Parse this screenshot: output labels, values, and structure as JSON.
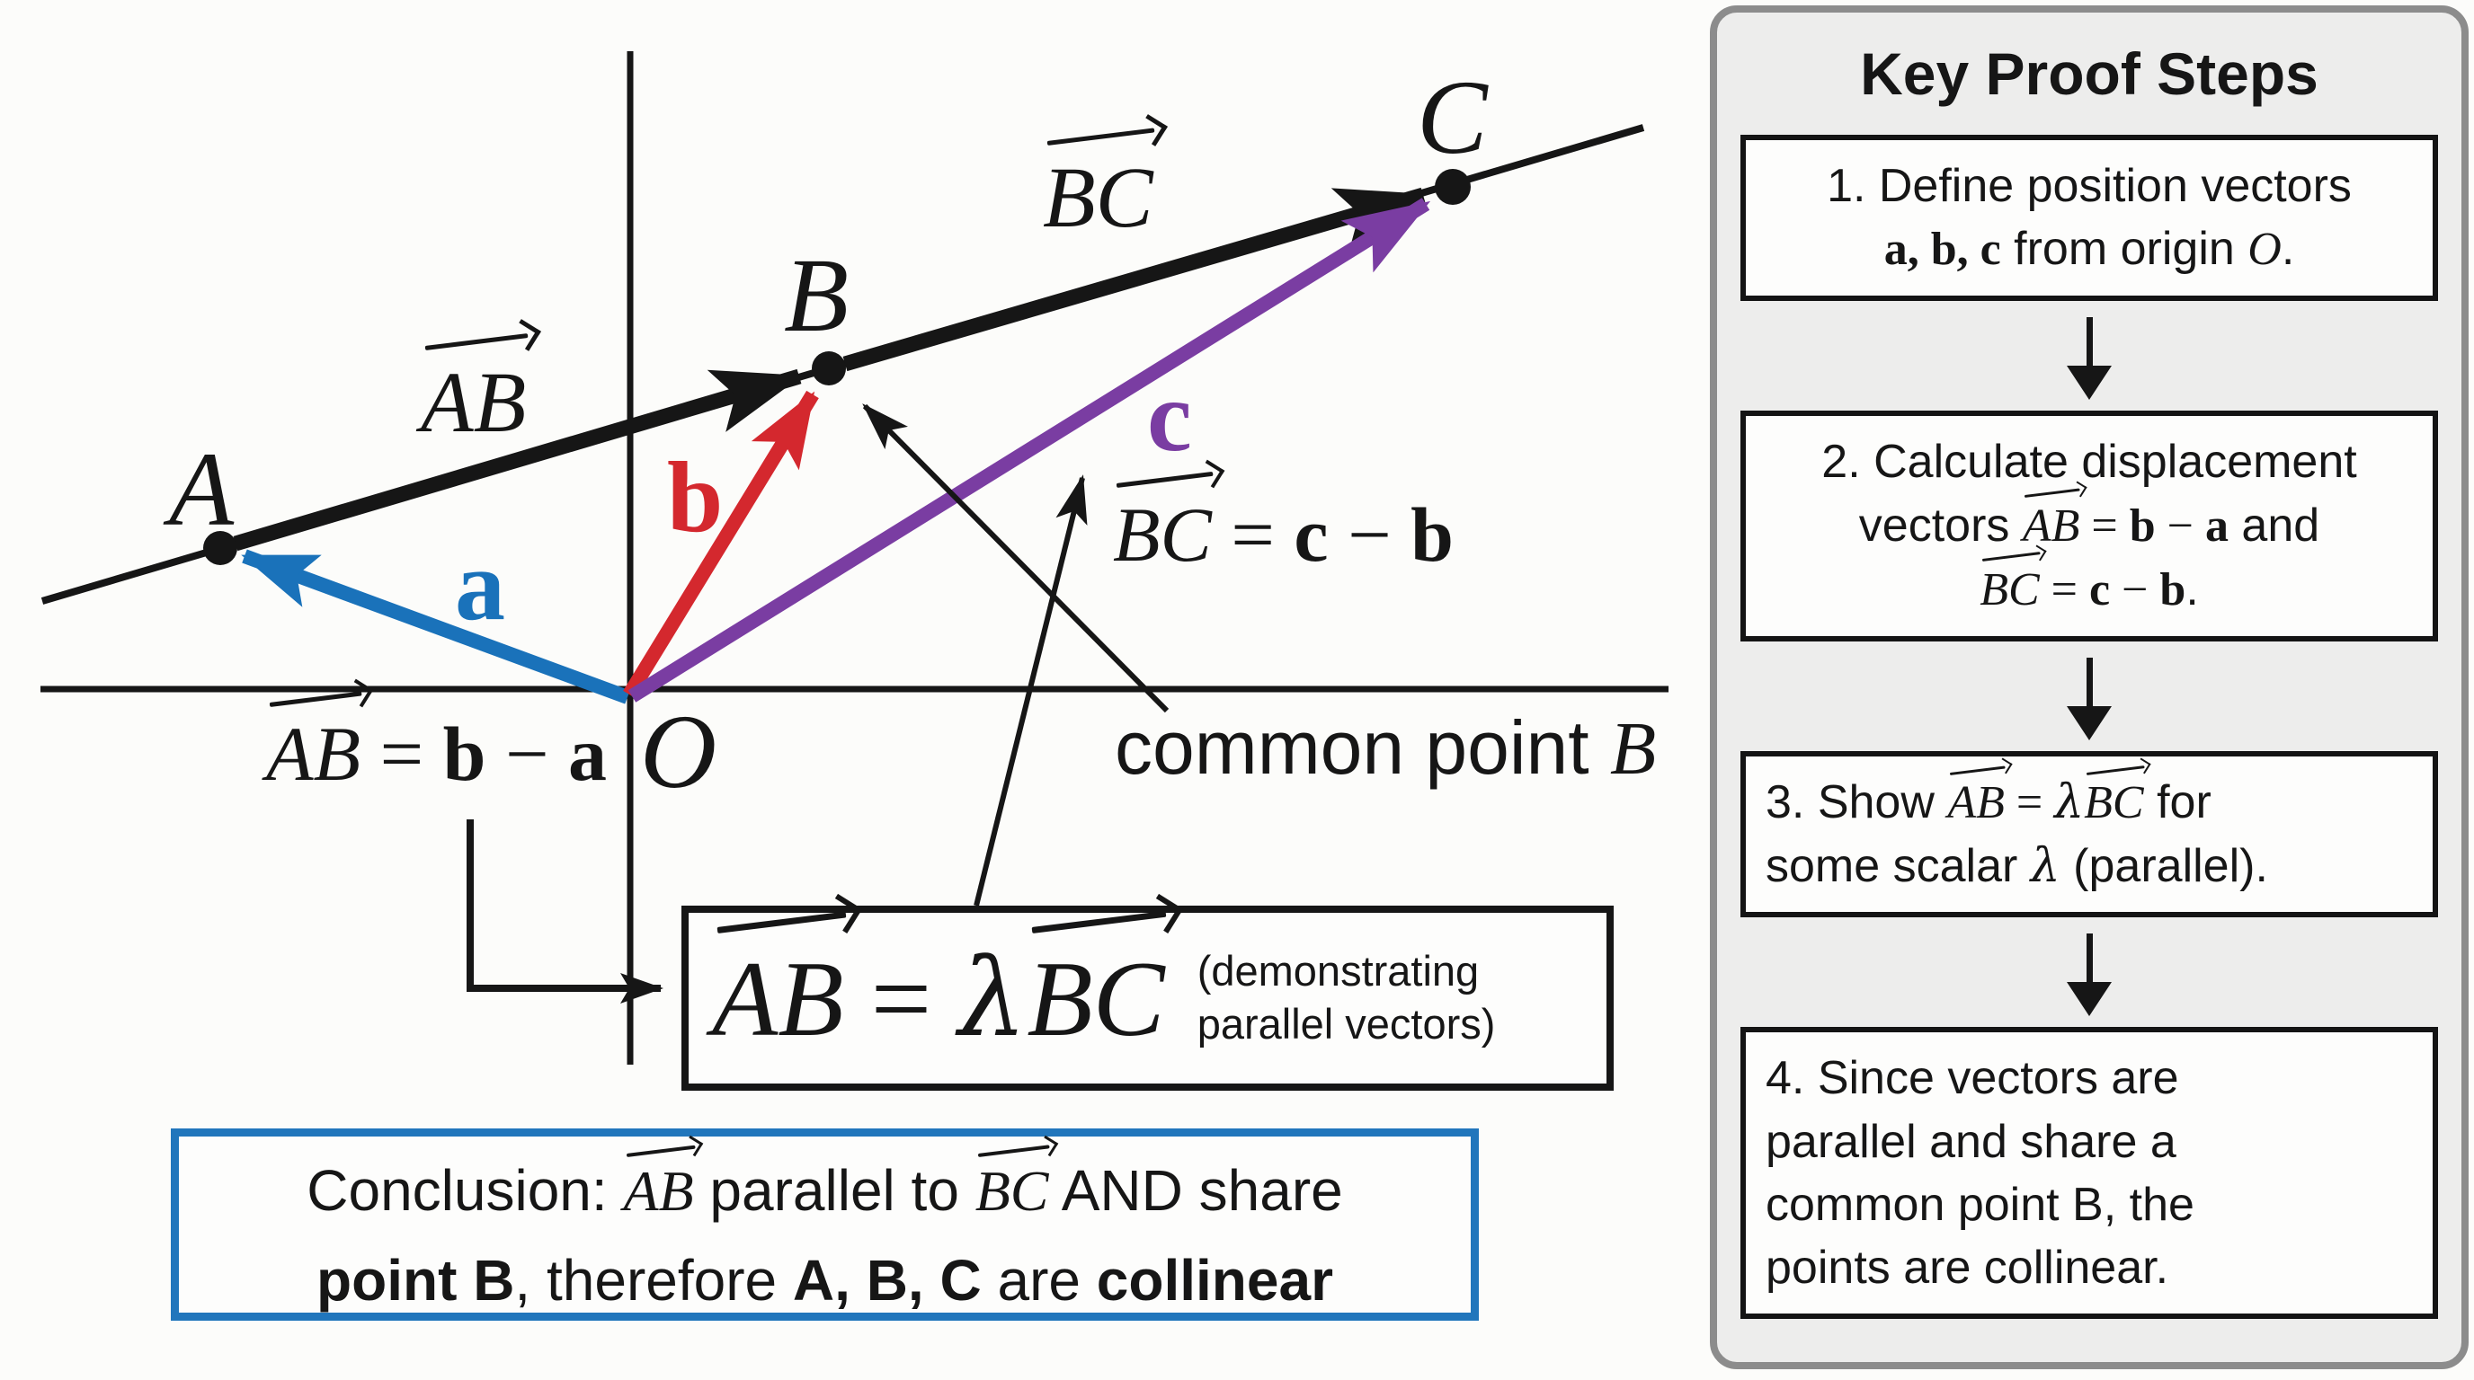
{
  "diagram": {
    "points": {
      "A": "A",
      "B": "B",
      "C": "C",
      "O": "O"
    },
    "vector_labels": {
      "a": "a",
      "b": "b",
      "c": "c",
      "AB": "AB",
      "BC": "BC"
    },
    "formula_ab": {
      "vec": "AB",
      "eq": " = ",
      "t1": "b",
      "minus": " − ",
      "t2": "a"
    },
    "formula_bc": {
      "vec": "BC",
      "eq": " = ",
      "t1": "c",
      "minus": " − ",
      "t2": "b"
    },
    "common_point": {
      "pre": "common point ",
      "pt": "B"
    },
    "lambda_box": {
      "vec1": "AB",
      "eq": " = ",
      "lambda": "λ",
      "vec2": "BC",
      "note1": "(demonstrating",
      "note2": "parallel vectors)"
    },
    "conclusion": {
      "pre": "Conclusion: ",
      "vec1": "AB",
      "mid": " parallel to ",
      "vec2": "BC",
      "end": " AND share",
      "b1": "point B",
      "r1": ", therefore ",
      "b2": "A, B, C",
      "r2": " are ",
      "b3": "collinear"
    },
    "colors": {
      "vector_a": "#1a72ba",
      "vector_b": "#d4282e",
      "vector_c": "#7a3da2",
      "axis": "#161616",
      "conclusion_border": "#2176bc"
    }
  },
  "sidebar": {
    "title": "Key Proof Steps",
    "step1": {
      "l1": "1. Define position vectors",
      "bold": "a, b, c",
      "mid": " from origin ",
      "O": "O",
      "end": "."
    },
    "step2": {
      "l1": "2. Calculate displacement",
      "l2pre": "vectors ",
      "vec1": "AB",
      "eq1": " = ",
      "b1": "b",
      "m1": " − ",
      "b2": "a",
      "l2end": " and",
      "vec2": "BC",
      "eq2": " = ",
      "b3": "c",
      "m2": " − ",
      "b4": "b",
      "l3end": "."
    },
    "step3": {
      "l1pre": "3. Show ",
      "vec1": "AB",
      "eq": " = ",
      "lambda": "λ",
      "vec2": "BC",
      "l1end": " for",
      "l2pre": "some scalar ",
      "lambda2": "λ",
      "l2end": " (parallel)."
    },
    "step4": {
      "l1": "4. Since vectors are",
      "l2": "parallel and share a",
      "l3": "common point B, the",
      "l4": "points are collinear."
    }
  }
}
